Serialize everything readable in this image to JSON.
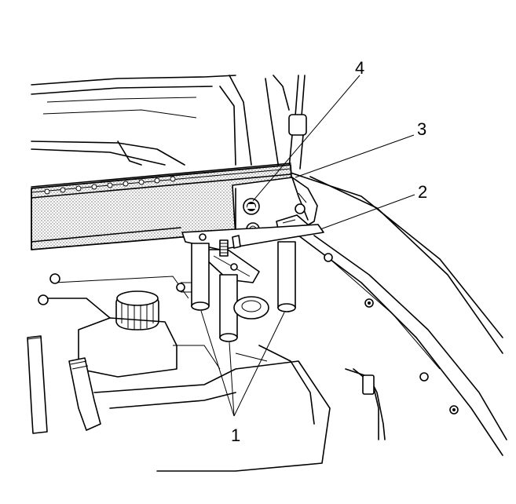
{
  "callouts": [
    {
      "id": "c1",
      "label": "1"
    },
    {
      "id": "c2",
      "label": "2"
    },
    {
      "id": "c3",
      "label": "3"
    },
    {
      "id": "c4",
      "label": "4"
    }
  ]
}
